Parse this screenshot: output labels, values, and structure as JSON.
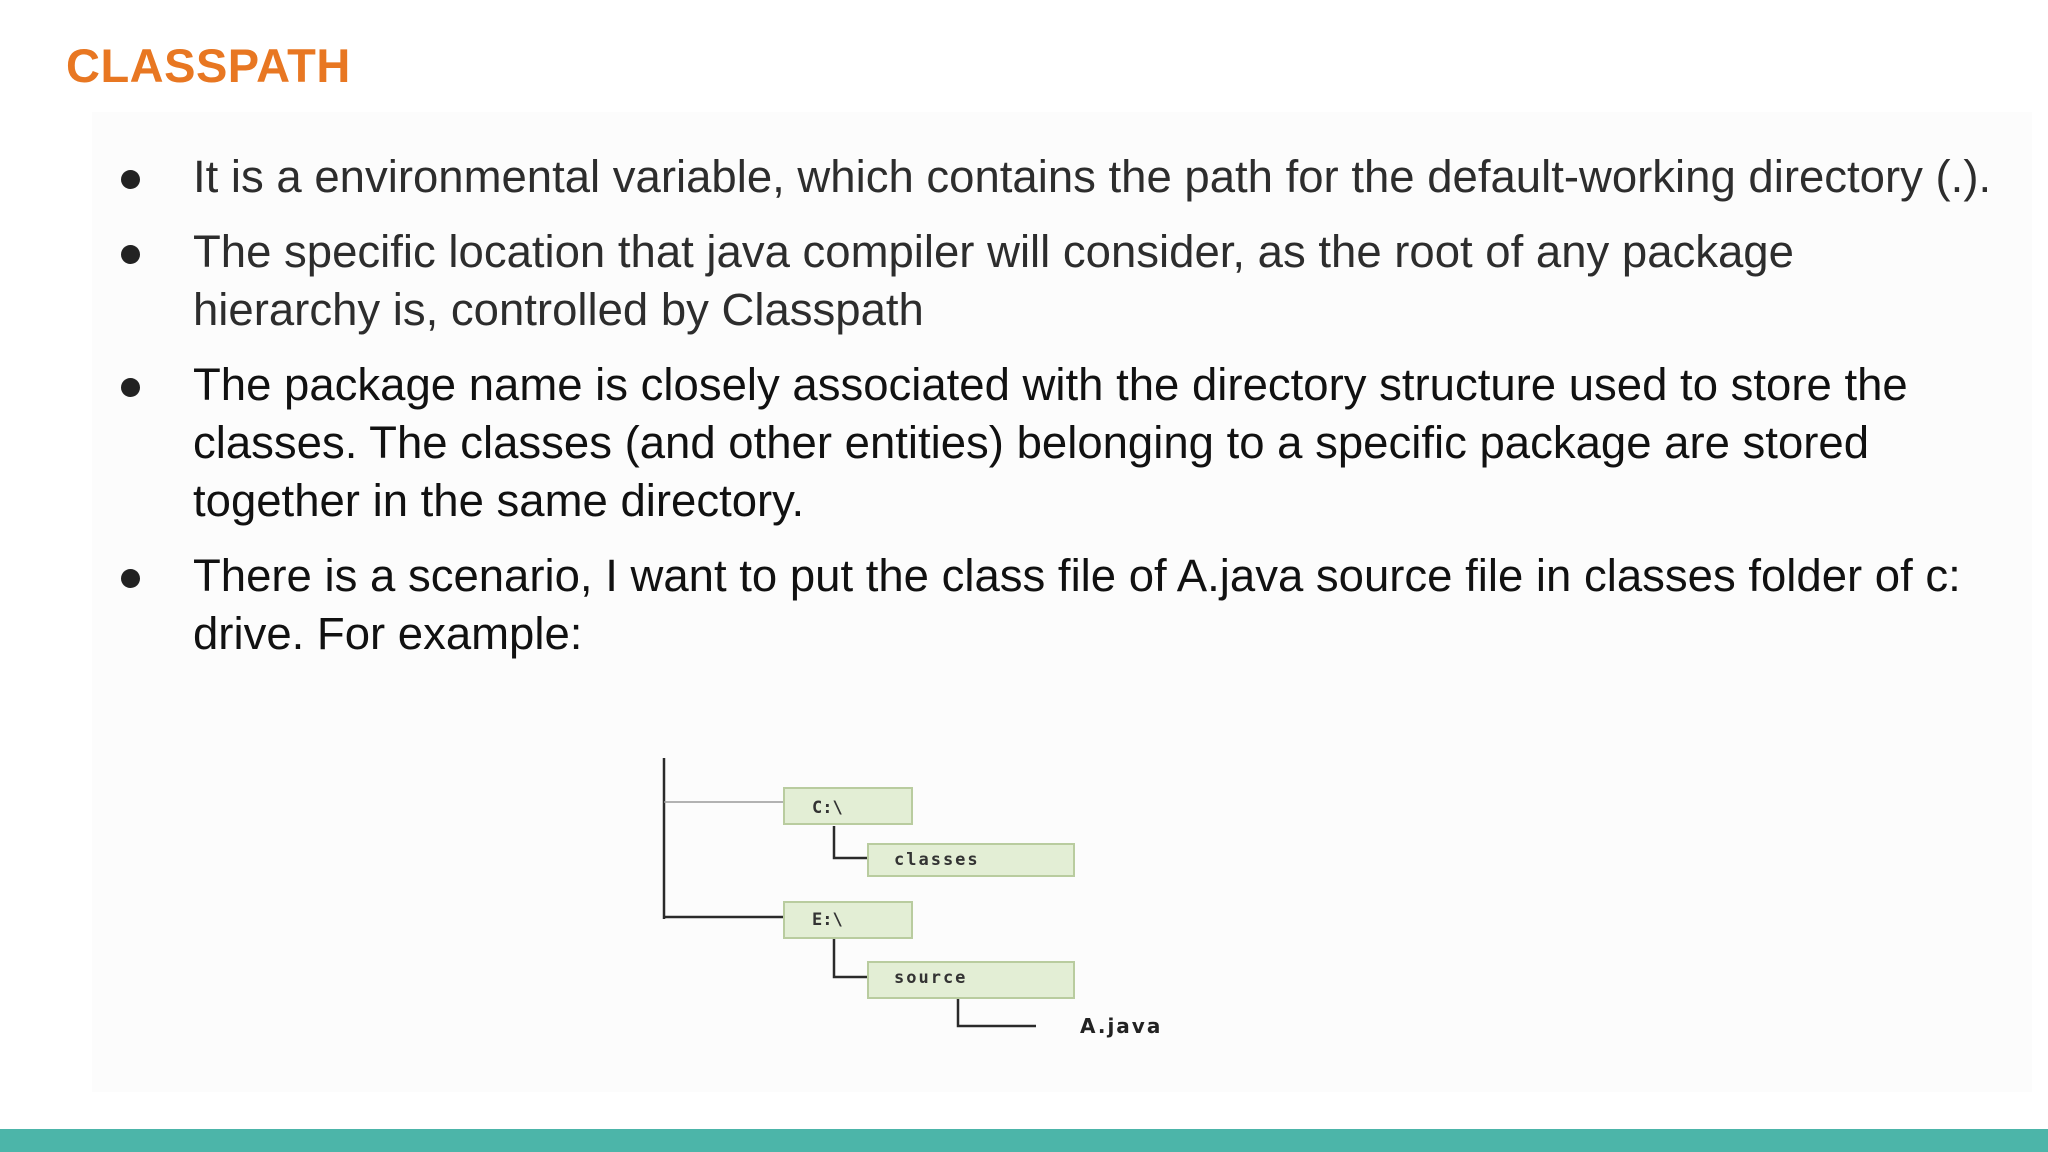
{
  "slide": {
    "title": "CLASSPATH",
    "bullets": [
      {
        "text": "It is a environmental variable, which contains the path for the default-working directory (.)."
      },
      {
        "text": "The specific location that java compiler will consider, as the root of any package hierarchy is, controlled by Classpath"
      },
      {
        "text": "The package name is closely associated with the directory structure used to store the classes. The classes (and other entities) belonging to a specific package are stored together in the same directory."
      },
      {
        "text": "There is a scenario, I want to put the class file of A.java source file in classes folder of c: drive. For example:"
      }
    ]
  },
  "diagram": {
    "nodes": {
      "c_drive": "C:\\",
      "classes": "classes",
      "e_drive": "E:\\",
      "source": "source",
      "a_java": "A.java"
    }
  },
  "colors": {
    "title": "#e87722",
    "footer": "#4cb5a9",
    "node_fill": "#e3eed5",
    "node_border": "#b9cc9f"
  }
}
